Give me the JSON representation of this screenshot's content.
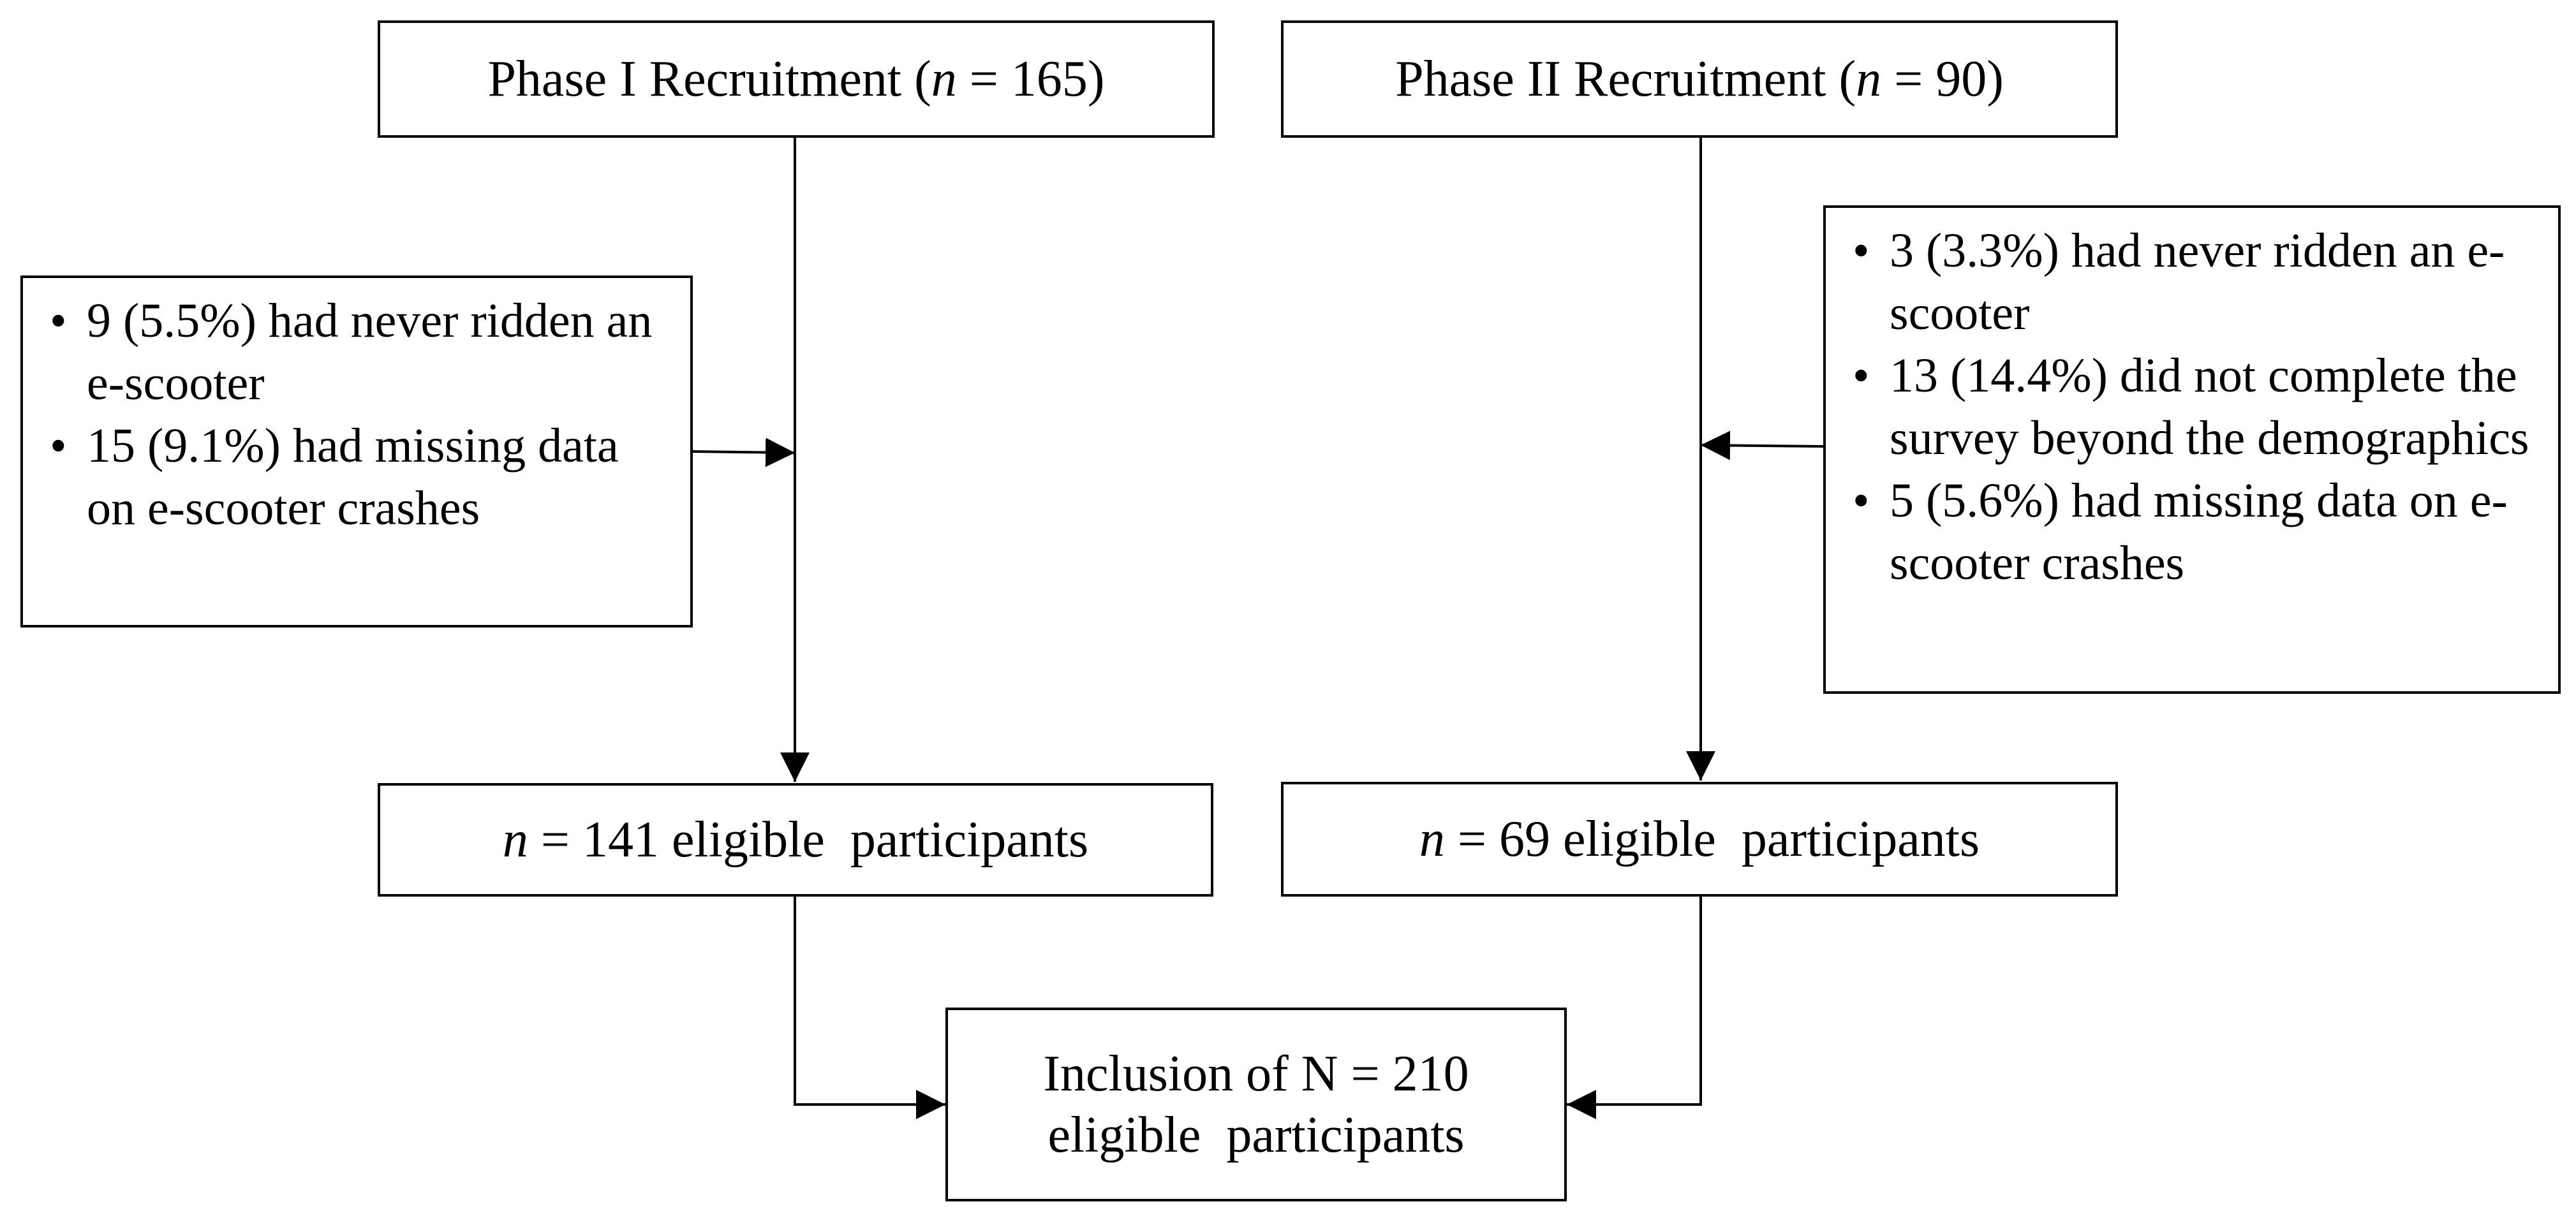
{
  "phase1": {
    "recruit_prefix": "Phase I Recruitment (",
    "recruit_n": "n",
    "recruit_suffix": " = 165)",
    "exclusions": [
      "9 (5.5%) had never ridden an e-scooter",
      "15 (9.1%) had missing data on e-scooter crashes"
    ],
    "eligible_n": "n",
    "eligible_suffix": " = 141 eligible  participants"
  },
  "phase2": {
    "recruit_prefix": "Phase II Recruitment (",
    "recruit_n": "n",
    "recruit_suffix": " = 90)",
    "exclusions": [
      "3 (3.3%) had never ridden an e-scooter",
      "13 (14.4%) did not complete the survey beyond the demographics",
      "5 (5.6%) had missing data on e-scooter crashes"
    ],
    "eligible_n": "n",
    "eligible_suffix": " = 69 eligible  participants"
  },
  "final": {
    "line1": "Inclusion of N = 210",
    "line2": "eligible  participants"
  }
}
